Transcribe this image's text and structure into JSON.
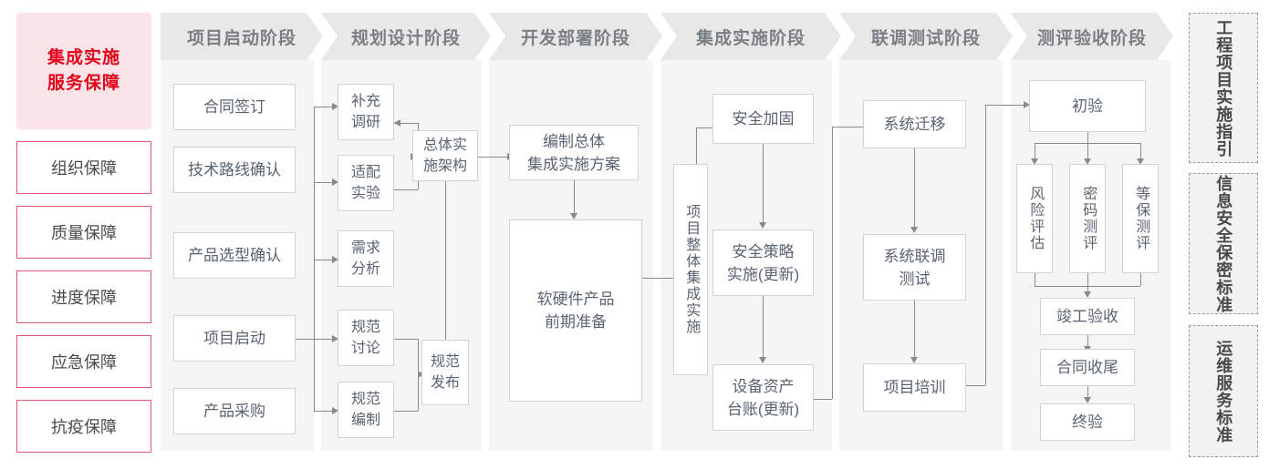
{
  "sidebar_left": {
    "title": "集成实施\n服务保障",
    "title_line1": "集成实施",
    "title_line2": "服务保障",
    "accent_color": "#e2001a",
    "items": [
      {
        "label": "组织保障"
      },
      {
        "label": "质量保障"
      },
      {
        "label": "进度保障"
      },
      {
        "label": "应急保障"
      },
      {
        "label": "抗疫保障"
      }
    ]
  },
  "phases": [
    {
      "label": "项目启动阶段"
    },
    {
      "label": "规划设计阶段"
    },
    {
      "label": "开发部署阶段"
    },
    {
      "label": "集成实施阶段"
    },
    {
      "label": "联调测试阶段"
    },
    {
      "label": "测评验收阶段"
    }
  ],
  "nodes": {
    "c1": [
      {
        "label": "合同签订"
      },
      {
        "label": "技术路线确认"
      },
      {
        "label": "产品选型确认"
      },
      {
        "label": "项目启动"
      },
      {
        "label": "产品采购"
      }
    ],
    "c2": [
      {
        "label": "补充\n调研",
        "l1": "补充",
        "l2": "调研"
      },
      {
        "label": "适配\n实验",
        "l1": "适配",
        "l2": "实验"
      },
      {
        "label": "需求\n分析",
        "l1": "需求",
        "l2": "分析"
      },
      {
        "label": "规范\n讨论",
        "l1": "规范",
        "l2": "讨论"
      },
      {
        "label": "规范\n编制",
        "l1": "规范",
        "l2": "编制"
      }
    ],
    "c2b": [
      {
        "label": "总体实\n施架构",
        "l1": "总体实",
        "l2": "施架构"
      },
      {
        "label": "规范\n发布",
        "l1": "规范",
        "l2": "发布"
      }
    ],
    "c3": [
      {
        "label": "编制总体\n集成实施方案",
        "l1": "编制总体",
        "l2": "集成实施方案"
      },
      {
        "label": "软硬件产品\n前期准备",
        "l1": "软硬件产品",
        "l2": "前期准备"
      }
    ],
    "c4": [
      {
        "label": "项目整体集成实施"
      },
      {
        "label": "安全加固"
      },
      {
        "label": "安全策略\n实施(更新)",
        "l1": "安全策略",
        "l2": "实施(更新)"
      },
      {
        "label": "设备资产\n台账(更新)",
        "l1": "设备资产",
        "l2": "台账(更新)"
      }
    ],
    "c5": [
      {
        "label": "系统迁移"
      },
      {
        "label": "系统联调\n测试",
        "l1": "系统联调",
        "l2": "测试"
      },
      {
        "label": "项目培训"
      }
    ],
    "c6": [
      {
        "label": "初验"
      },
      {
        "label": "风险评估"
      },
      {
        "label": "密码测评"
      },
      {
        "label": "等保测评"
      },
      {
        "label": "竣工验收"
      },
      {
        "label": "合同收尾"
      },
      {
        "label": "终验"
      }
    ]
  },
  "sidebar_right": [
    {
      "label": "工程项目实施指引"
    },
    {
      "label": "信息安全保密标准"
    },
    {
      "label": "运维服务标准"
    }
  ],
  "colors": {
    "band": "#f5f5f5",
    "header": "#e8e8e8",
    "header_text": "#7a7f85",
    "node_border": "#d3d3d3",
    "node_text": "#5a6472",
    "connector": "#8a8a8a",
    "accent_red": "#e2001a",
    "accent_red_soft": "#fbe4e7",
    "red_border": "#e0566b"
  }
}
